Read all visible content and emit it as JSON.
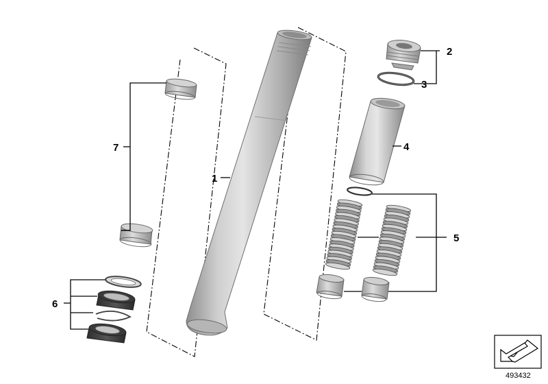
{
  "callouts": {
    "c1": "1",
    "c2": "2",
    "c3": "3",
    "c4": "4",
    "c5": "5",
    "c6": "6",
    "c7": "7"
  },
  "reference_number": "493432",
  "icons": {
    "corner_symbol": "exploded-view-arrow-icon"
  }
}
